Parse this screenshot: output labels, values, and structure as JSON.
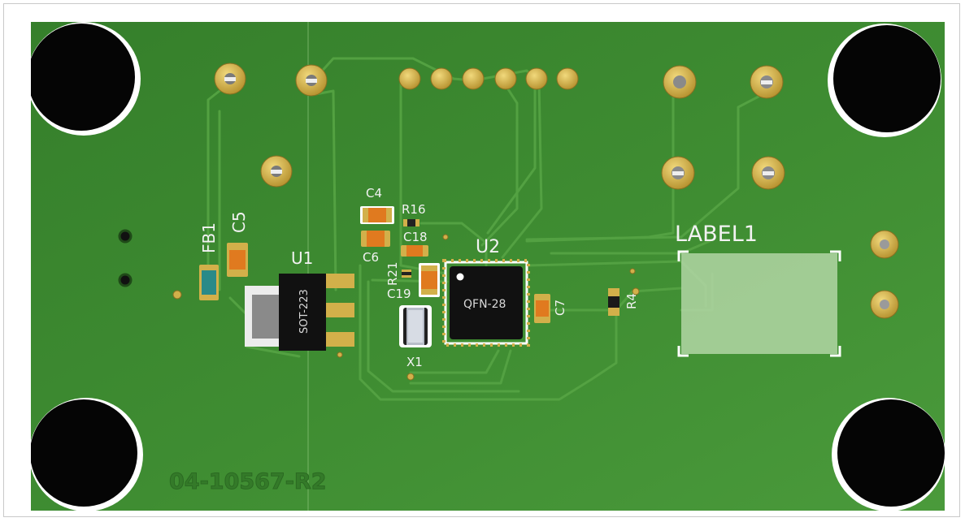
{
  "board": {
    "part_number": "04-10567-R2",
    "label_area_text": "LABEL1",
    "colors": {
      "board": "#3f8d32",
      "trace": "#52a040",
      "pad": "#d2b04a",
      "silkscreen": "#f2f2f2",
      "ic_body": "#111111"
    }
  },
  "components": {
    "fb1": "FB1",
    "c5": "C5",
    "u1": "U1",
    "u1_package": "SOT-223",
    "c4": "C4",
    "r16": "R16",
    "c18": "C18",
    "c6": "C6",
    "r21": "R21",
    "c19": "C19",
    "u2": "U2",
    "u2_package": "QFN-28",
    "x1": "X1",
    "c7": "C7",
    "r4": "R4"
  }
}
